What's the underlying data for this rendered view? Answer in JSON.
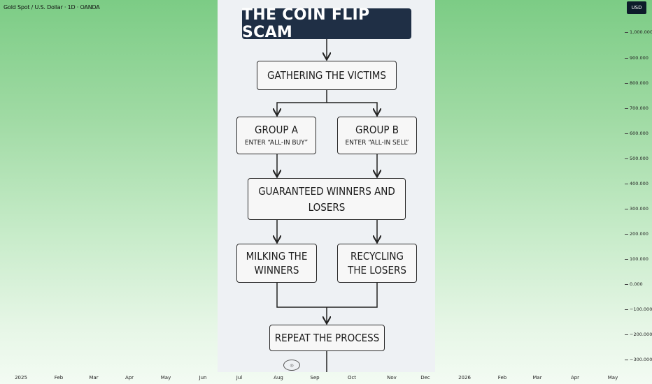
{
  "chart_header": {
    "symbol": "Gold Spot / U.S. Dollar · 1D · OANDA",
    "currency_button": "USD"
  },
  "y_axis": {
    "labels": [
      "1,000.000",
      "900.000",
      "800.000",
      "700.000",
      "600.000",
      "500.000",
      "400.000",
      "300.000",
      "200.000",
      "100.000",
      "0.000",
      "−100.000",
      "−200.000",
      "−300.000"
    ]
  },
  "x_axis": {
    "labels": [
      "2025",
      "Feb",
      "Mar",
      "Apr",
      "May",
      "Jun",
      "Jul",
      "Aug",
      "Sep",
      "Oct",
      "Nov",
      "Dec",
      "2026",
      "Feb",
      "Mar",
      "Apr",
      "May"
    ]
  },
  "flowchart": {
    "title": "THE COIN FLIP SCAM",
    "step1": "GATHERING THE VICTIMS",
    "group_a_title": "GROUP A",
    "group_a_sub": "ENTER “ALL-IN BUY”",
    "group_b_title": "GROUP B",
    "group_b_sub": "ENTER “ALL-IN SELL”",
    "step3_line1": "GUARANTEED WINNERS AND",
    "step3_line2": "LOSERS",
    "milk_line1": "MILKING THE",
    "milk_line2": "WINNERS",
    "recycle_line1": "RECYCLING",
    "recycle_line2": "THE LOSERS",
    "final": "REPEAT THE PROCESS"
  },
  "colors": {
    "background_top": "#7ccc85",
    "background_bottom": "#f3fbf3",
    "title_bg": "#1f2f45",
    "panel_bg": "#eef1f4"
  }
}
